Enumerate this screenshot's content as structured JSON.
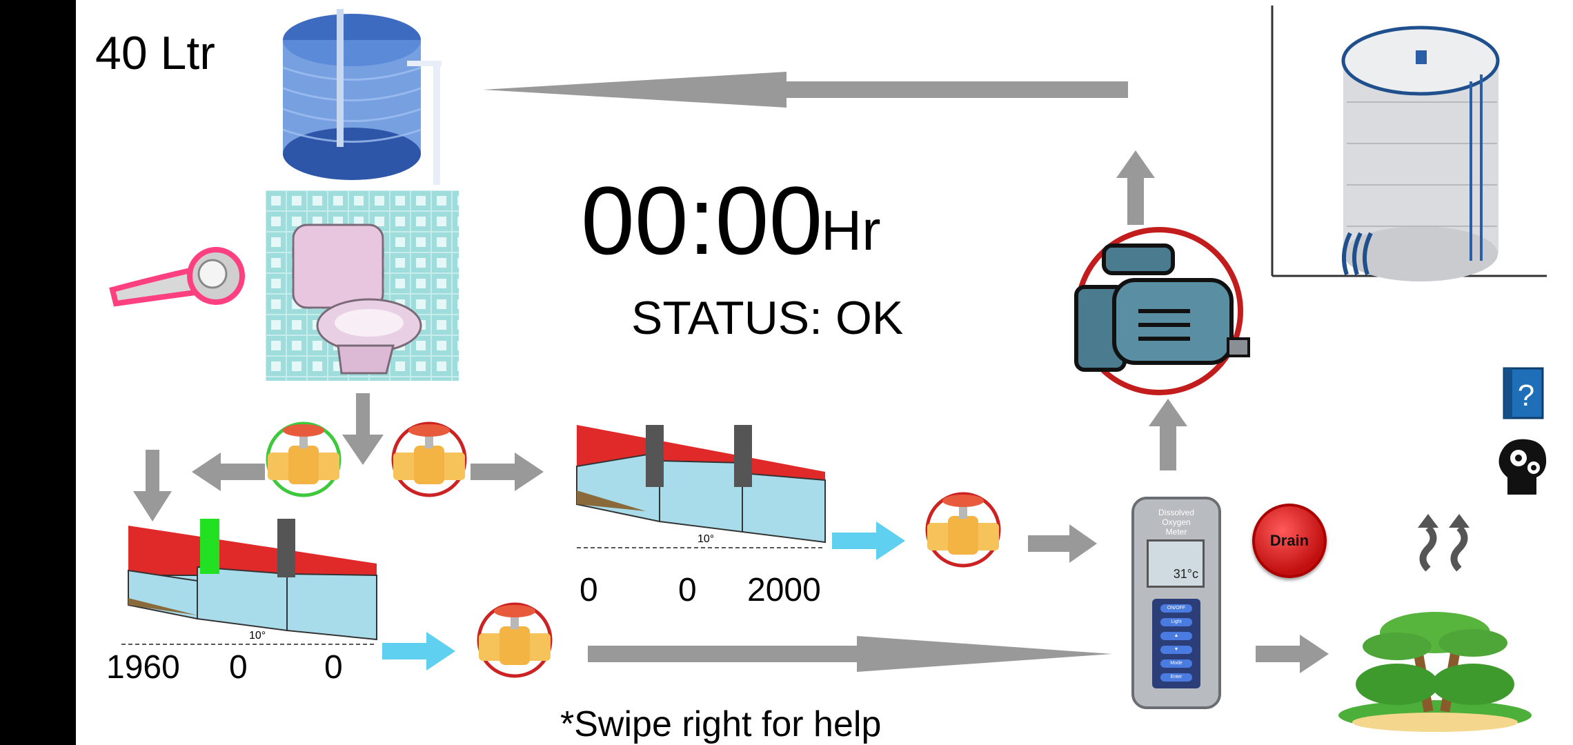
{
  "tank": {
    "volume": "40 Ltr"
  },
  "timer": {
    "value": "00:00",
    "unit": "Hr"
  },
  "status": {
    "text": "STATUS: OK"
  },
  "bed_top": {
    "values": [
      "0",
      "0",
      "2000"
    ],
    "angle": "10°"
  },
  "bed_bottom": {
    "values": [
      "1960",
      "0",
      "0"
    ],
    "angle": "10°"
  },
  "meter": {
    "title_lines": [
      "Dissolved",
      "Oxygen",
      "Meter"
    ],
    "reading": "31°c",
    "buttons": [
      "ON/OFF",
      "Light",
      "▲",
      "▼",
      "Mode",
      "Enter"
    ]
  },
  "drain_button": {
    "label": "Drain"
  },
  "hint": {
    "text": "*Swipe right for help"
  },
  "colors": {
    "valve_open": "#3ec83e",
    "valve_closed": "#cc2222",
    "flow_arrow": "#999999",
    "water_arrow": "#5fd0f0",
    "brick": "#e02a2a",
    "water": "#a8dcea",
    "sensor_active": "#22e022",
    "sensor_idle": "#555555"
  },
  "icons": [
    "water-tank-icon",
    "toilet-icon",
    "flush-lever-icon",
    "pump-icon",
    "storage-tank-icon",
    "help-book-icon",
    "settings-head-icon",
    "plant-island-icon",
    "evaporation-icon"
  ]
}
